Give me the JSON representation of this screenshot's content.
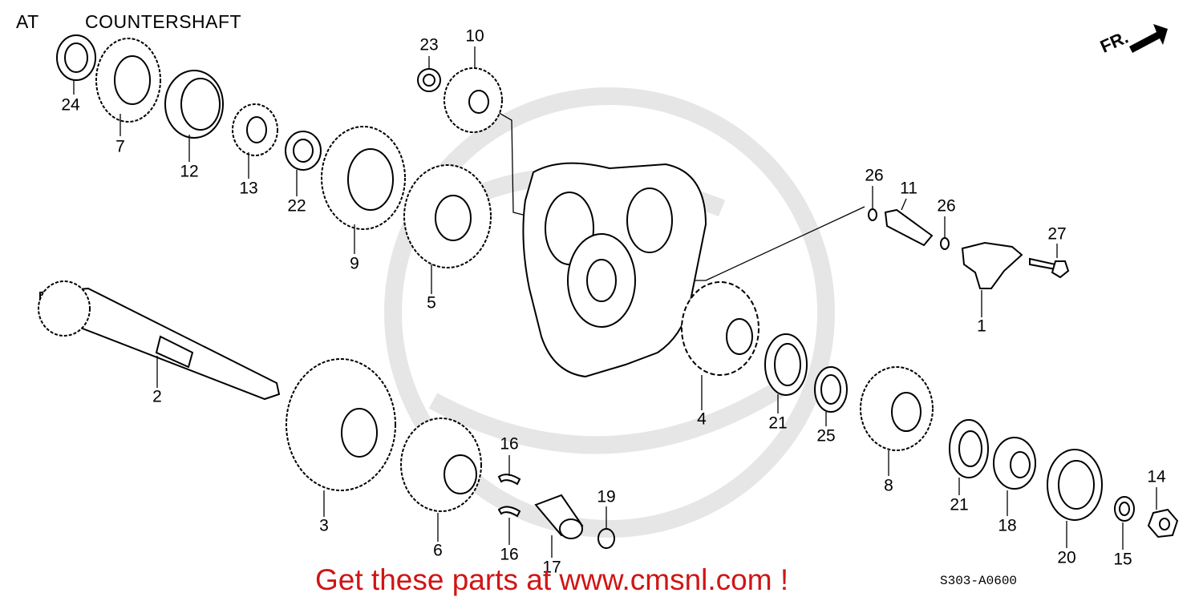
{
  "header": {
    "category": "AT",
    "title": "COUNTERSHAFT"
  },
  "front_indicator": "FR.",
  "diagram_code": "S303-A0600",
  "ad_text": "Get these parts at www.cmsnl.com !",
  "callouts": [
    "1",
    "2",
    "3",
    "4",
    "5",
    "6",
    "7",
    "8",
    "9",
    "10",
    "11",
    "12",
    "13",
    "14",
    "15",
    "16",
    "16",
    "17",
    "18",
    "19",
    "20",
    "21",
    "21",
    "22",
    "23",
    "24",
    "25",
    "26",
    "26",
    "27"
  ]
}
